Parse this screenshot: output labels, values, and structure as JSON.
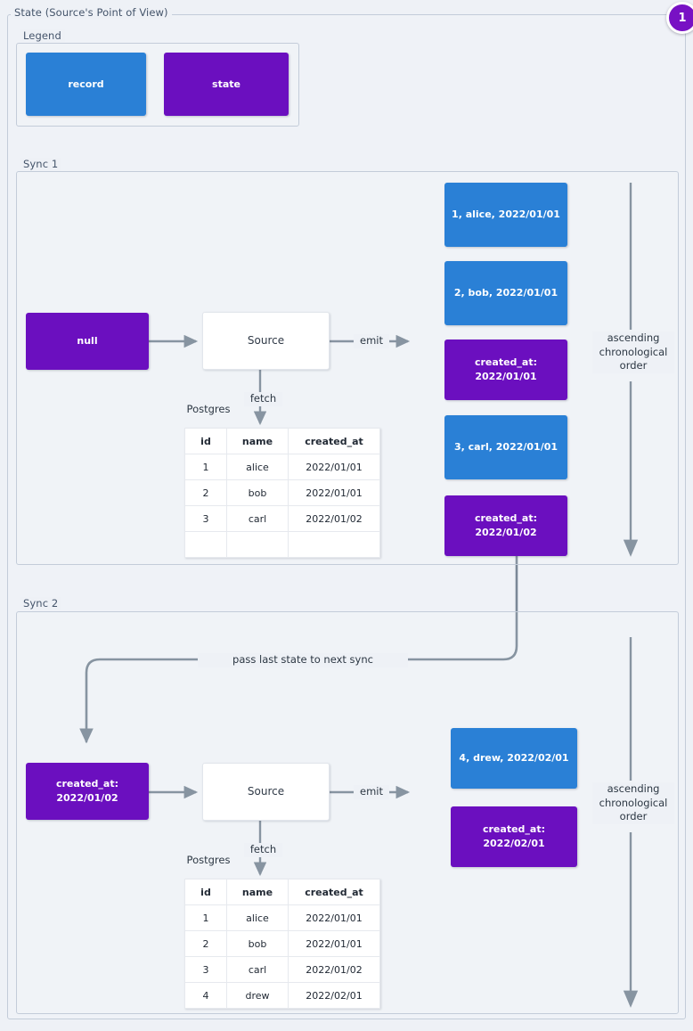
{
  "diagram": {
    "title": "State (Source's Point of View)",
    "badge": "1"
  },
  "legend": {
    "label": "Legend",
    "items": [
      {
        "label": "record",
        "color": "#2a80d6"
      },
      {
        "label": "state",
        "color": "#6b0fbf"
      }
    ]
  },
  "colors": {
    "record": "#2a80d6",
    "state": "#6b0fbf",
    "background": "#eef1f6",
    "frame": "#c3ccd9",
    "connector": "#6b7b8c",
    "badge": "#7811c4"
  },
  "edge_labels": {
    "emit": "emit",
    "fetch": "fetch",
    "postgres": "Postgres",
    "pass_state": "pass last state to next sync",
    "ascending": "ascending\nchronological\norder"
  },
  "sync1": {
    "label": "Sync 1",
    "input_state": "null",
    "source": "Source",
    "db_label": "Postgres",
    "table": {
      "headers": [
        "id",
        "name",
        "created_at"
      ],
      "rows": [
        [
          "1",
          "alice",
          "2022/01/01"
        ],
        [
          "2",
          "bob",
          "2022/01/01"
        ],
        [
          "3",
          "carl",
          "2022/01/02"
        ],
        [
          "",
          "",
          ""
        ]
      ]
    },
    "emitted": [
      {
        "type": "record",
        "text": "1, alice, 2022/01/01"
      },
      {
        "type": "record",
        "text": "2, bob, 2022/01/01"
      },
      {
        "type": "state",
        "text": "created_at:\n2022/01/01"
      },
      {
        "type": "record",
        "text": "3, carl, 2022/01/01"
      },
      {
        "type": "state",
        "text": "created_at:\n2022/01/02"
      }
    ],
    "order_note": "ascending\nchronological\norder"
  },
  "sync2": {
    "label": "Sync 2",
    "input_state": "created_at:\n2022/01/02",
    "source": "Source",
    "db_label": "Postgres",
    "table": {
      "headers": [
        "id",
        "name",
        "created_at"
      ],
      "rows": [
        [
          "1",
          "alice",
          "2022/01/01"
        ],
        [
          "2",
          "bob",
          "2022/01/01"
        ],
        [
          "3",
          "carl",
          "2022/01/02"
        ],
        [
          "4",
          "drew",
          "2022/02/01"
        ]
      ]
    },
    "emitted": [
      {
        "type": "record",
        "text": "4, drew, 2022/02/01"
      },
      {
        "type": "state",
        "text": "created_at:\n2022/02/01"
      }
    ],
    "order_note": "ascending\nchronological\norder"
  }
}
